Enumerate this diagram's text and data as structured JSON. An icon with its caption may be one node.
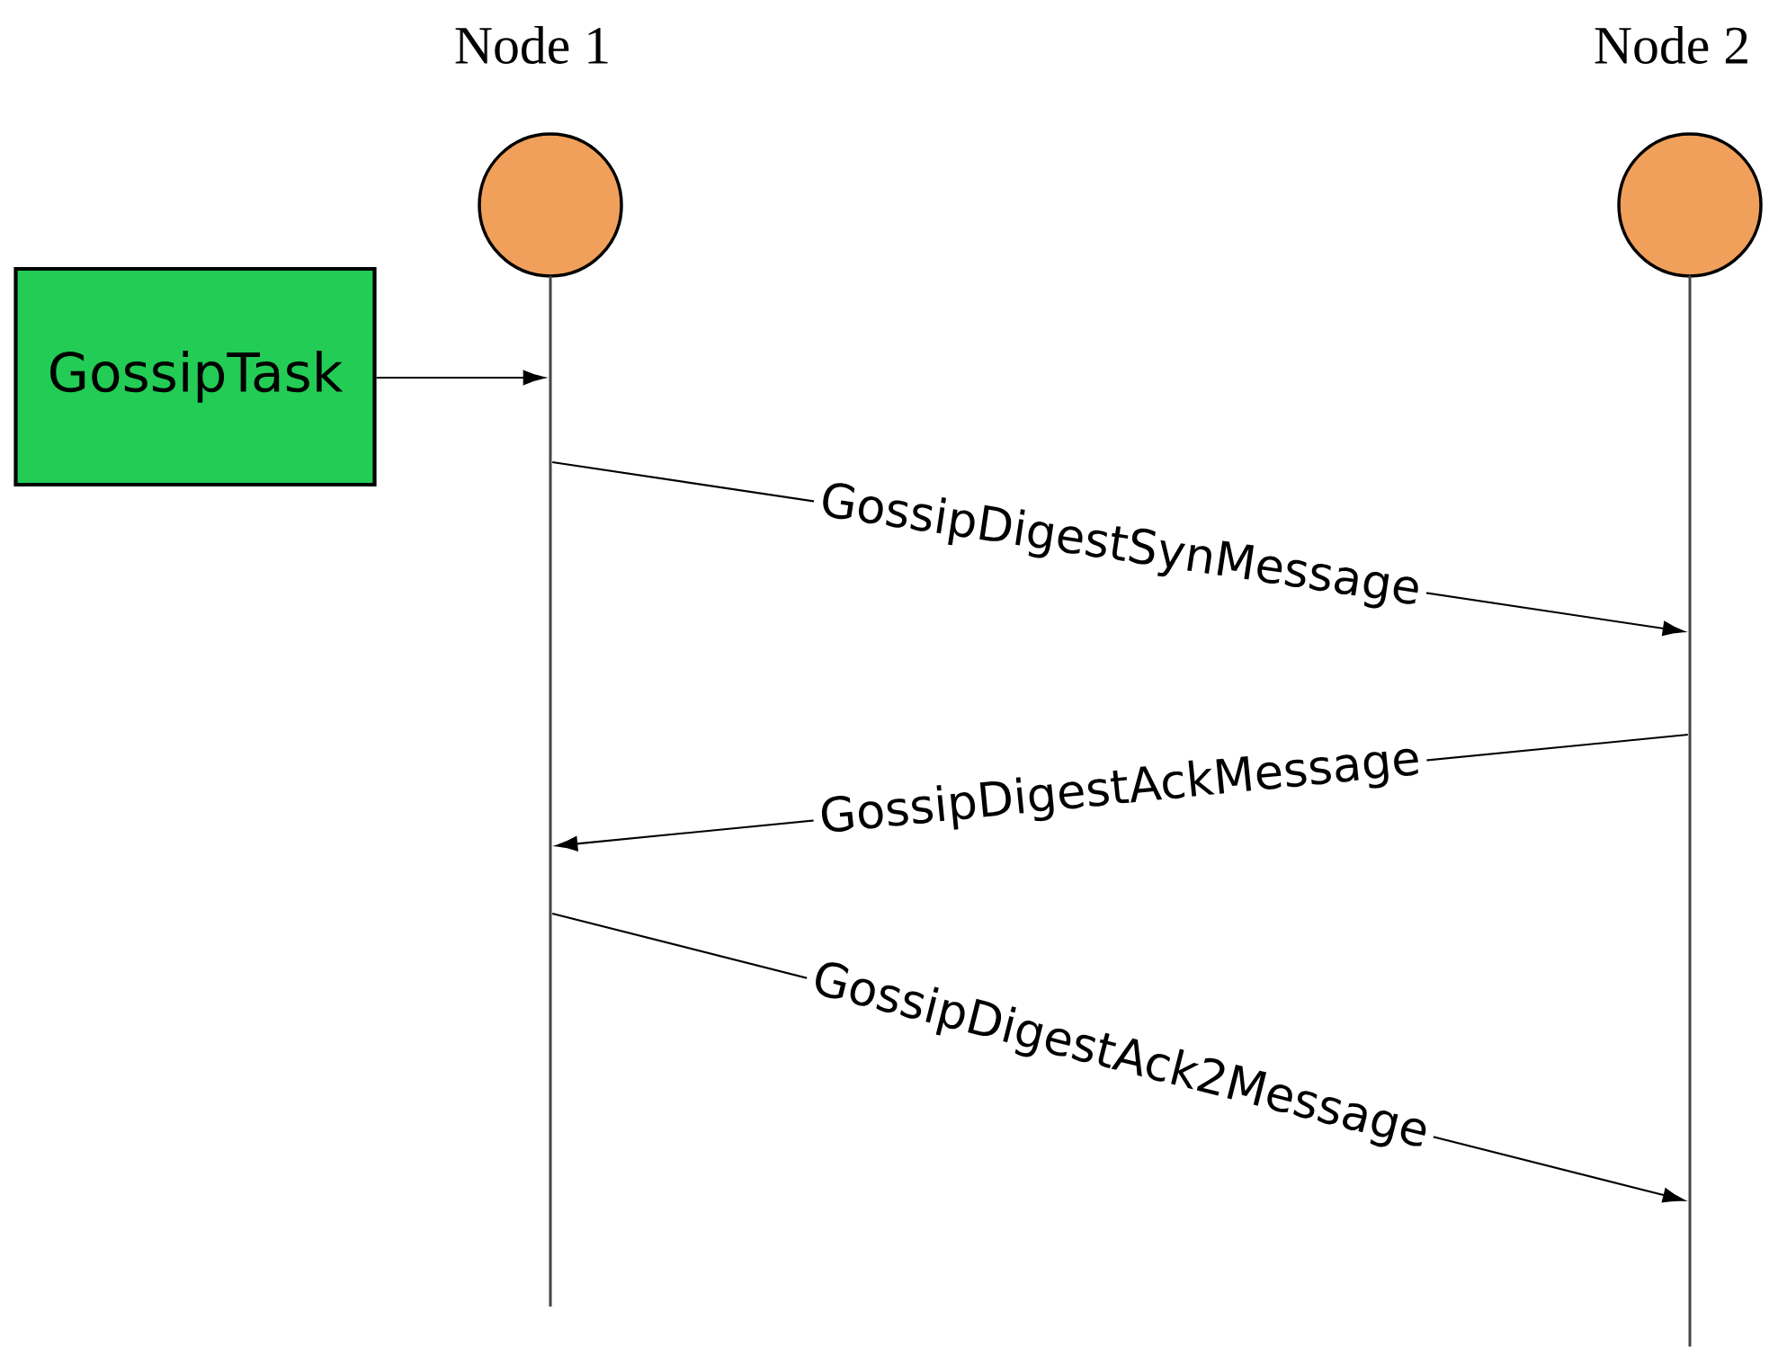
{
  "diagram": {
    "nodes": [
      {
        "text": [
          "Node 1"
        ]
      },
      {
        "text": [
          "Node 2"
        ]
      },
      {
        "text": [
          "GossipTask"
        ]
      },
      {
        "text": [],
        "shape": "bar"
      },
      {
        "text": [],
        "shape": "bar"
      }
    ],
    "edges": [
      {
        "from": 2,
        "to": 3,
        "arrow": "to"
      },
      {
        "from": 3,
        "to": 4,
        "arrow": "to",
        "label": "GossipDigestSynMessage"
      },
      {
        "from": 4,
        "to": 3,
        "arrow": "to",
        "label": "GossipDigestAckMessage"
      },
      {
        "from": 3,
        "to": 4,
        "arrow": "to",
        "label": "GossipDigestAck2Message"
      }
    ]
  }
}
